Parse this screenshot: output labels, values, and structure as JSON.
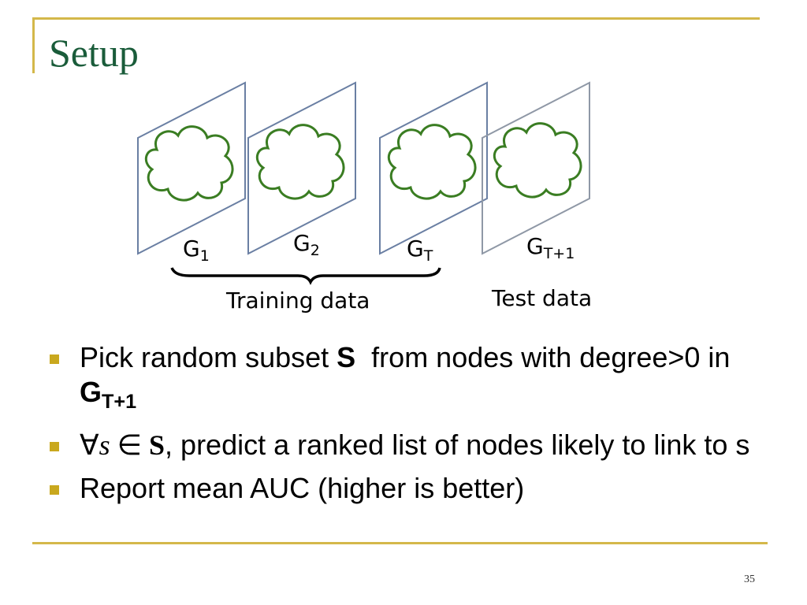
{
  "slide": {
    "title": "Setup",
    "page_number": "35"
  },
  "diagram": {
    "graphs": [
      {
        "base": "G",
        "sub": "1"
      },
      {
        "base": "G",
        "sub": "2"
      },
      {
        "base": "G",
        "sub": "T"
      },
      {
        "base": "G",
        "sub": "T+1"
      }
    ],
    "training_label": "Training data",
    "test_label": "Test data"
  },
  "bullets": [
    {
      "pre": "Pick random subset ",
      "bold": "S",
      "post": "  from nodes with degree>0 in ",
      "bold2": "G",
      "bold2_sub": "T+1"
    },
    {
      "math_forall": "∀",
      "math_s": "s",
      "math_in": " ∈ ",
      "math_S": "S",
      "text": ", predict a ranked list of nodes likely to link to s"
    },
    {
      "text": "Report mean AUC (higher is better)"
    }
  ],
  "colors": {
    "accent_gold": "#d4b84a",
    "title_green": "#1a5c3a",
    "cloud_green": "#3a7d22",
    "panel_stroke": "#6a7fa3"
  }
}
